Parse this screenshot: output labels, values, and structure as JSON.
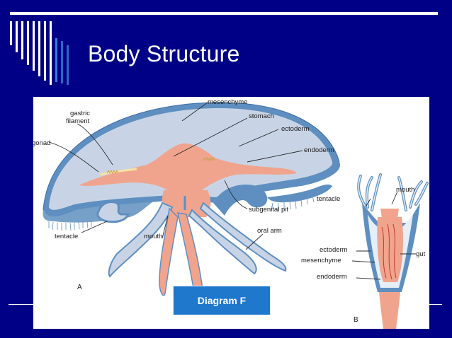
{
  "slide": {
    "title": "Body Structure",
    "caption": "Diagram F"
  },
  "diagram": {
    "figure_a": {
      "letter": "A",
      "labels": {
        "mesenchyme": "mesenchyme",
        "gastric_filament": [
          "gastric",
          "filament"
        ],
        "stomach": "stomach",
        "ectoderm": "ectoderm",
        "gonad": "gonad",
        "endoderm": "endoderm",
        "subgenital_pit": "subgenital pit",
        "tentacle": "tentacle",
        "mouth": "mouth",
        "oral_arm": "oral arm"
      }
    },
    "figure_b": {
      "letter": "B",
      "labels": {
        "mouth": "mouth",
        "tentacle": "tentacle",
        "gut": "gut",
        "ectoderm": "ectoderm",
        "mesenchyme": "mesenchyme",
        "endoderm": "endoderm"
      }
    }
  },
  "colors": {
    "background": "#000086",
    "ectoderm": "#5f8fc0",
    "mesenchyme": "#c8d4e6",
    "endoderm": "#f1a48d",
    "caption_box": "#1f78cc"
  }
}
